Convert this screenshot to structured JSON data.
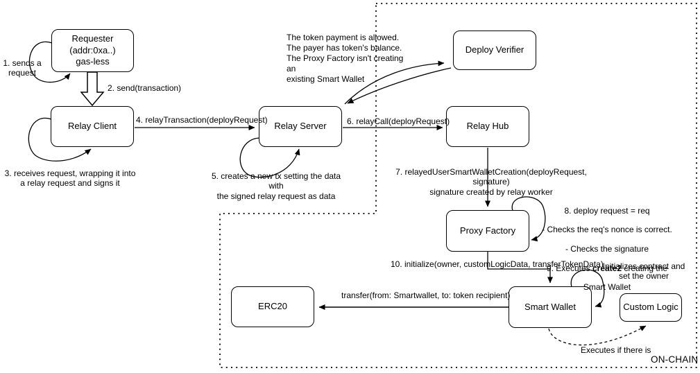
{
  "nodes": {
    "requester": "Requester\n(addr:0xa..)\ngas-less",
    "relay_client": "Relay Client",
    "relay_server": "Relay Server",
    "deploy_verifier": "Deploy Verifier",
    "relay_hub": "Relay Hub",
    "proxy_factory": "Proxy Factory",
    "smart_wallet": "Smart Wallet",
    "erc20": "ERC20",
    "custom_logic": "Custom Logic"
  },
  "annotations": {
    "step1": "1. sends a\nrequest",
    "step2": "2. send(transaction)",
    "step3": "3. receives request, wrapping it into\na relay request and signs it",
    "step4": "4. relayTransaction(deployRequest)",
    "step5": "5. creates a new tx setting the data with\nthe signed relay request as data",
    "step6": "6. relayCall(deployRequest)",
    "verifier_note": "The token payment is allowed.\nThe payer has token's balance.\nThe Proxy Factory isn't creating an\nexisting Smart Wallet",
    "step7": "7. relayedUserSmartWalletCreation(deployRequest, signature)\nsignature created by relay worker",
    "step8_line1": "8. deploy request = req",
    "step8_line2": "- Checks the req's nonce is correct.",
    "step8_line3": "- Checks the signature",
    "step9_pre": "9. Executes ",
    "step9_bold": "create2",
    "step9_post": " creating the",
    "step9_line2": "Smart Wallet",
    "step10": "10. initialize(owner, customLogicData, transferTokenData)",
    "init_note": "Initializes contract and\nset the owner",
    "transfer": "transfer(from: Smartwallet, to: token recipient)",
    "executes_note": "Executes if there is",
    "onchain": "ON-CHAIN"
  },
  "colors": {
    "ink": "#000000",
    "background": "#ffffff"
  }
}
